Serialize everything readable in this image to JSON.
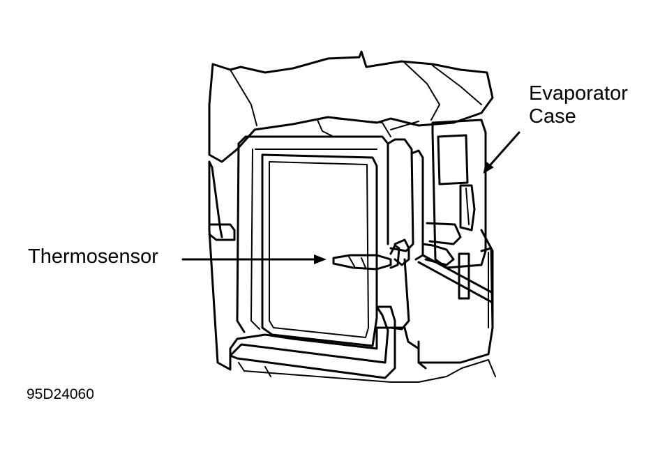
{
  "labels": {
    "evaporator_case": [
      "Evaporator",
      "Case"
    ],
    "thermosensor": "Thermosensor"
  },
  "figure_id": "95D24060"
}
